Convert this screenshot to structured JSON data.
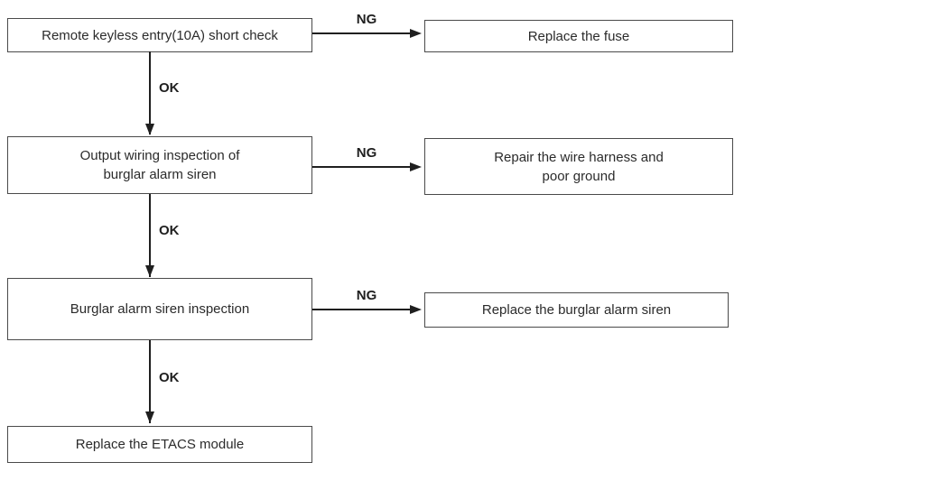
{
  "colors": {
    "background": "#ffffff",
    "box_border": "#4a4a4a",
    "arrow": "#1f1f1f",
    "text": "#2b2b2b"
  },
  "flowchart": {
    "steps": [
      {
        "check_label": "Remote keyless entry(10A) short check",
        "fail_branch_label": "NG",
        "fail_action_label": "Replace the fuse",
        "pass_branch_label": "OK"
      },
      {
        "check_label": "Output wiring inspection of\nburglar alarm siren",
        "fail_branch_label": "NG",
        "fail_action_label": "Repair the wire harness and\npoor ground",
        "pass_branch_label": "OK"
      },
      {
        "check_label": "Burglar alarm siren inspection",
        "fail_branch_label": "NG",
        "fail_action_label": "Replace the burglar alarm siren",
        "pass_branch_label": "OK"
      }
    ],
    "final_step_label": "Replace the ETACS module"
  }
}
